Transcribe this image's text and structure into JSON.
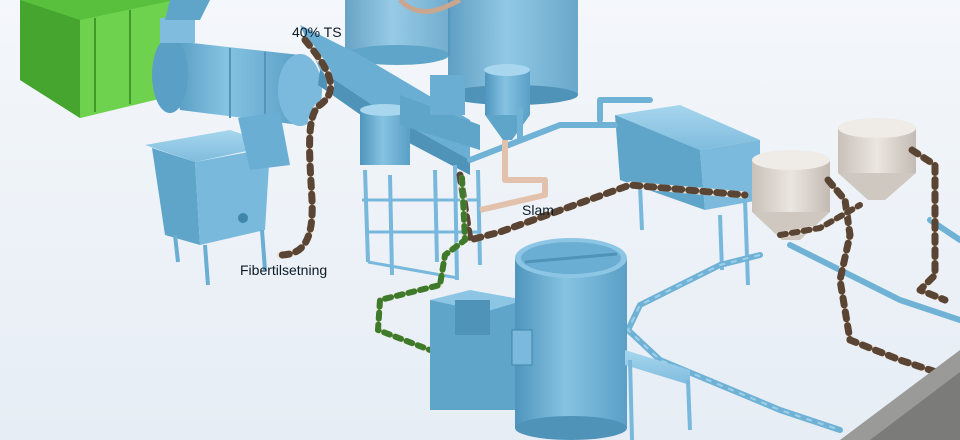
{
  "labels": {
    "ts": "40% TS",
    "fiber": "Fibertilsetning",
    "sludge": "Slam"
  },
  "colors": {
    "background": "#eef3f8",
    "equipment_blue": "#6fb2d6",
    "equipment_blue_dark": "#3f86ad",
    "frame_blue": "#78b8dc",
    "green_box": "#5cc43f",
    "beige_tank": "#ddd6cf",
    "pipe_brown": "#5a4433",
    "pipe_white": "#ece6df",
    "pipe_green": "#3e7a2a"
  }
}
